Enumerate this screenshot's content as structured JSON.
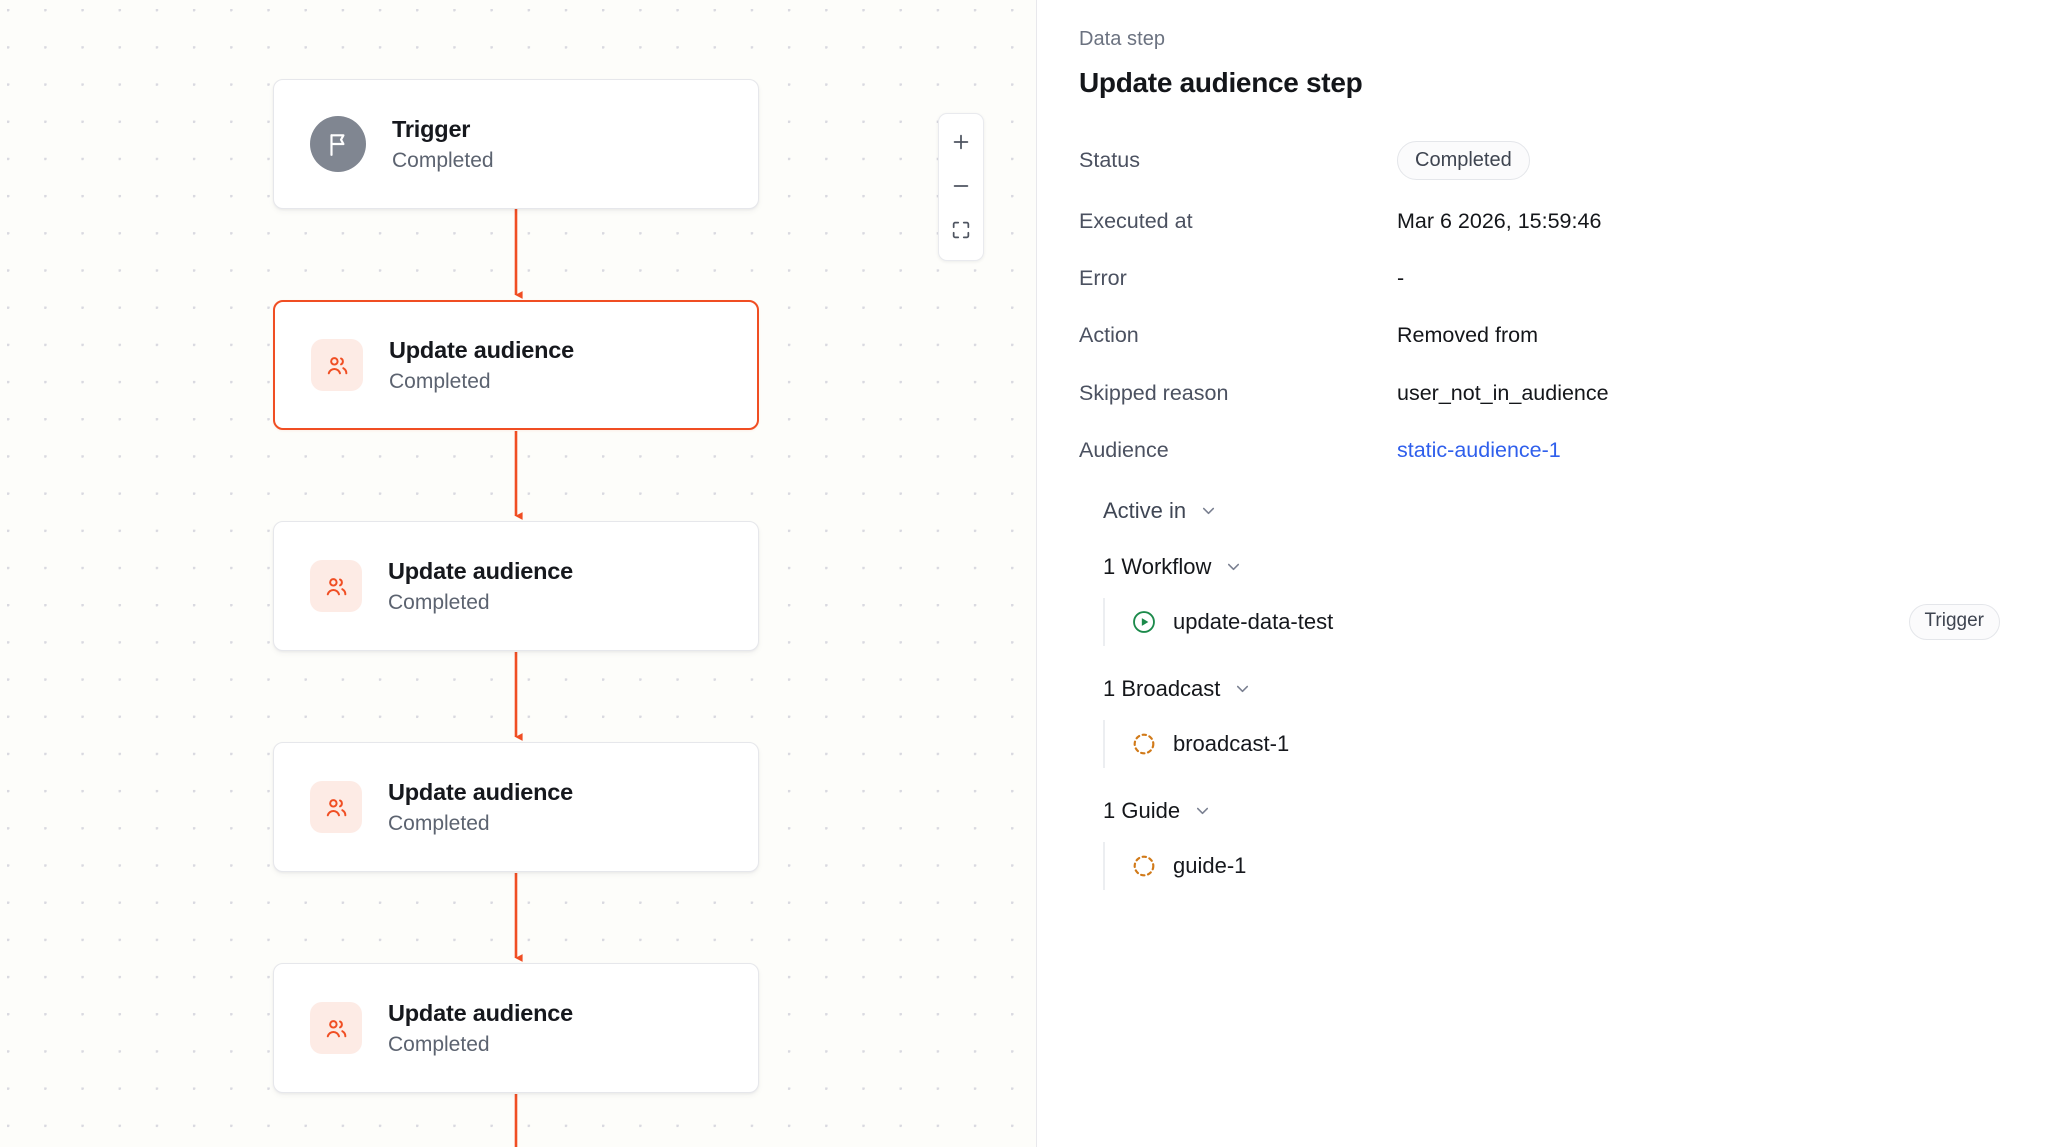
{
  "canvas": {
    "zoom_controls": {
      "zoom_in_label": "+",
      "zoom_out_label": "−",
      "fit_label": "fit-to-screen"
    },
    "nodes": [
      {
        "title": "Trigger",
        "status": "Completed",
        "icon": "flag-icon",
        "selected": false,
        "type": "trigger"
      },
      {
        "title": "Update audience",
        "status": "Completed",
        "icon": "users-icon",
        "selected": true,
        "type": "audience"
      },
      {
        "title": "Update audience",
        "status": "Completed",
        "icon": "users-icon",
        "selected": false,
        "type": "audience"
      },
      {
        "title": "Update audience",
        "status": "Completed",
        "icon": "users-icon",
        "selected": false,
        "type": "audience"
      },
      {
        "title": "Update audience",
        "status": "Completed",
        "icon": "users-icon",
        "selected": false,
        "type": "audience"
      }
    ],
    "connector_color": "#f04e23"
  },
  "panel": {
    "eyebrow": "Data step",
    "title": "Update audience step",
    "details": [
      {
        "label": "Status",
        "value": "Completed",
        "kind": "pill"
      },
      {
        "label": "Executed at",
        "value": "Mar 6 2026, 15:59:46",
        "kind": "text"
      },
      {
        "label": "Error",
        "value": "-",
        "kind": "text"
      },
      {
        "label": "Action",
        "value": "Removed from",
        "kind": "text"
      },
      {
        "label": "Skipped reason",
        "value": "user_not_in_audience",
        "kind": "text"
      },
      {
        "label": "Audience",
        "value": "static-audience-1",
        "kind": "link"
      }
    ],
    "active_in": {
      "label": "Active in",
      "groups": [
        {
          "label": "1 Workflow",
          "items": [
            {
              "name": "update-data-test",
              "icon": "play-circle-icon",
              "badge": "Trigger"
            }
          ]
        },
        {
          "label": "1 Broadcast",
          "items": [
            {
              "name": "broadcast-1",
              "icon": "dashed-circle-icon",
              "badge": ""
            }
          ]
        },
        {
          "label": "1 Guide",
          "items": [
            {
              "name": "guide-1",
              "icon": "dashed-circle-icon",
              "badge": ""
            }
          ]
        }
      ]
    }
  },
  "colors": {
    "accent": "#f04e23",
    "link": "#2f5fec",
    "workflow_icon": "#1c8a4b",
    "dashed_icon": "#d17a19",
    "trigger_circle": "#808691",
    "audience_icon_bg": "#fdebe5"
  }
}
